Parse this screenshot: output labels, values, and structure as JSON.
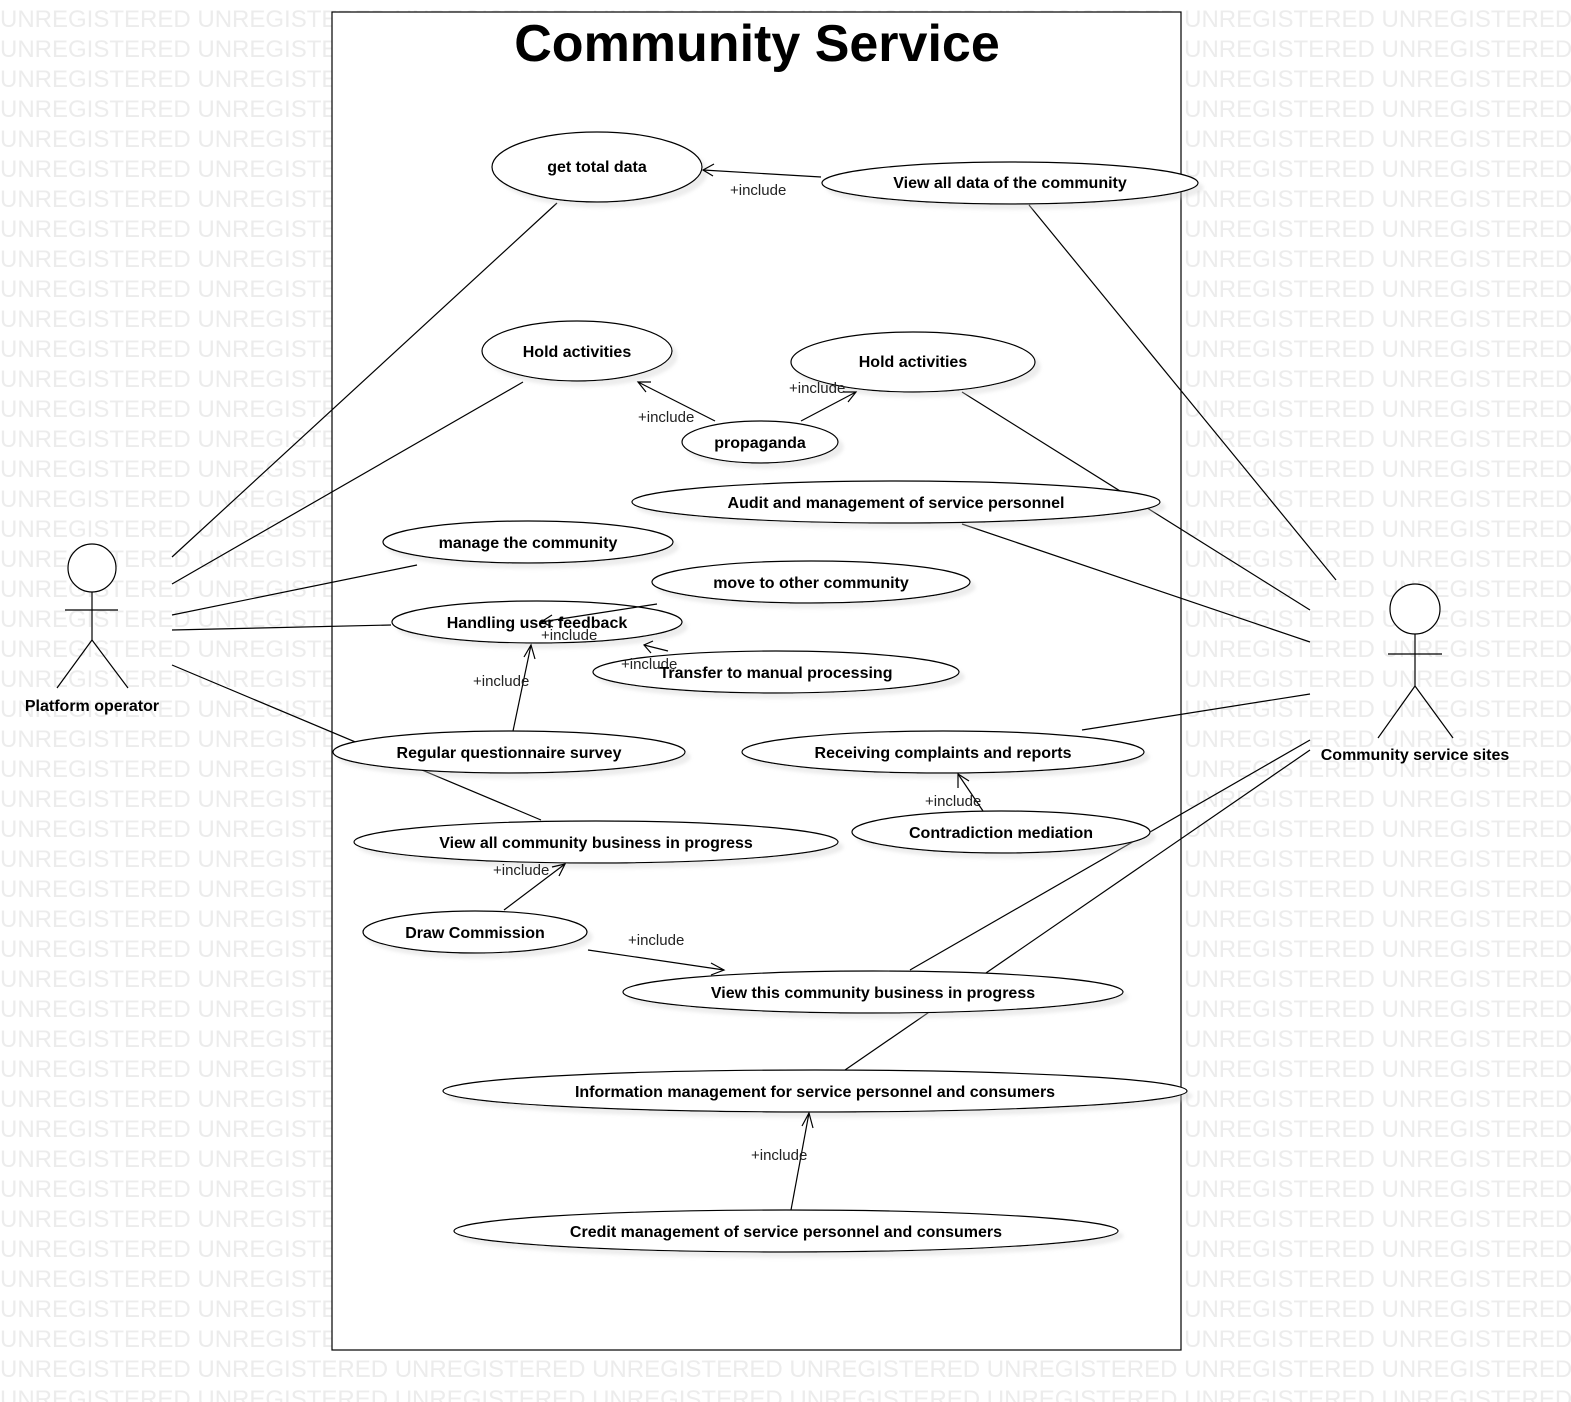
{
  "watermark_text": "UNREGISTERED",
  "system": {
    "title": "Community Service"
  },
  "actors": {
    "operator": {
      "name": "Platform operator"
    },
    "sites": {
      "name": "Community service sites"
    }
  },
  "use_cases": {
    "get_total_data": "get total data",
    "view_all_data": "View all data of the community",
    "hold_activities_1": "Hold activities",
    "hold_activities_2": "Hold activities",
    "propaganda": "propaganda",
    "audit": "Audit and management of service personnel",
    "manage_community": "manage the community",
    "move_other": "move to other community",
    "handling_feedback": "Handling user feedback",
    "transfer_manual": "Transfer to manual processing",
    "questionnaire": "Regular questionnaire survey",
    "receiving_complaints": "Receiving complaints and reports",
    "contradiction": "Contradiction mediation",
    "view_all_business": "View all community business in progress",
    "draw_commission": "Draw Commission",
    "view_this_business": "View this community business in progress",
    "info_management": "Information management for service personnel and consumers",
    "credit_management": "Credit management of service personnel and consumers"
  },
  "include_label": "+include"
}
